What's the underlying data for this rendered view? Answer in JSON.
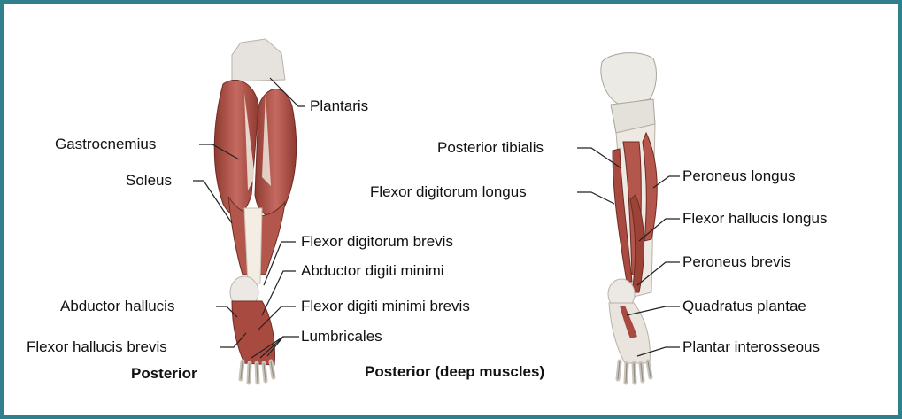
{
  "figures": {
    "left": {
      "caption": "Posterior",
      "labels": {
        "plantaris": "Plantaris",
        "gastrocnemius": "Gastrocnemius",
        "soleus": "Soleus",
        "flexor_digitorum_brevis": "Flexor digitorum brevis",
        "abductor_digiti_minimi": "Abductor digiti minimi",
        "flexor_digiti_minimi_brevis": "Flexor digiti minimi brevis",
        "abductor_hallucis": "Abductor hallucis",
        "flexor_hallucis_brevis": "Flexor hallucis brevis",
        "lumbricales": "Lumbricales"
      }
    },
    "right": {
      "caption": "Posterior (deep muscles)",
      "labels": {
        "posterior_tibialis": "Posterior tibialis",
        "flexor_digitorum_longus": "Flexor digitorum longus",
        "peroneus_longus": "Peroneus longus",
        "flexor_hallucis_longus": "Flexor hallucis longus",
        "peroneus_brevis": "Peroneus brevis",
        "quadratus_plantae": "Quadratus plantae",
        "plantar_interosseous": "Plantar interosseous"
      }
    }
  },
  "colors": {
    "frame": "#2f7f8c",
    "muscle": "#a8473c",
    "muscle_light": "#c9706a",
    "tendon": "#f3ede4",
    "bone": "#e9e7e2"
  }
}
